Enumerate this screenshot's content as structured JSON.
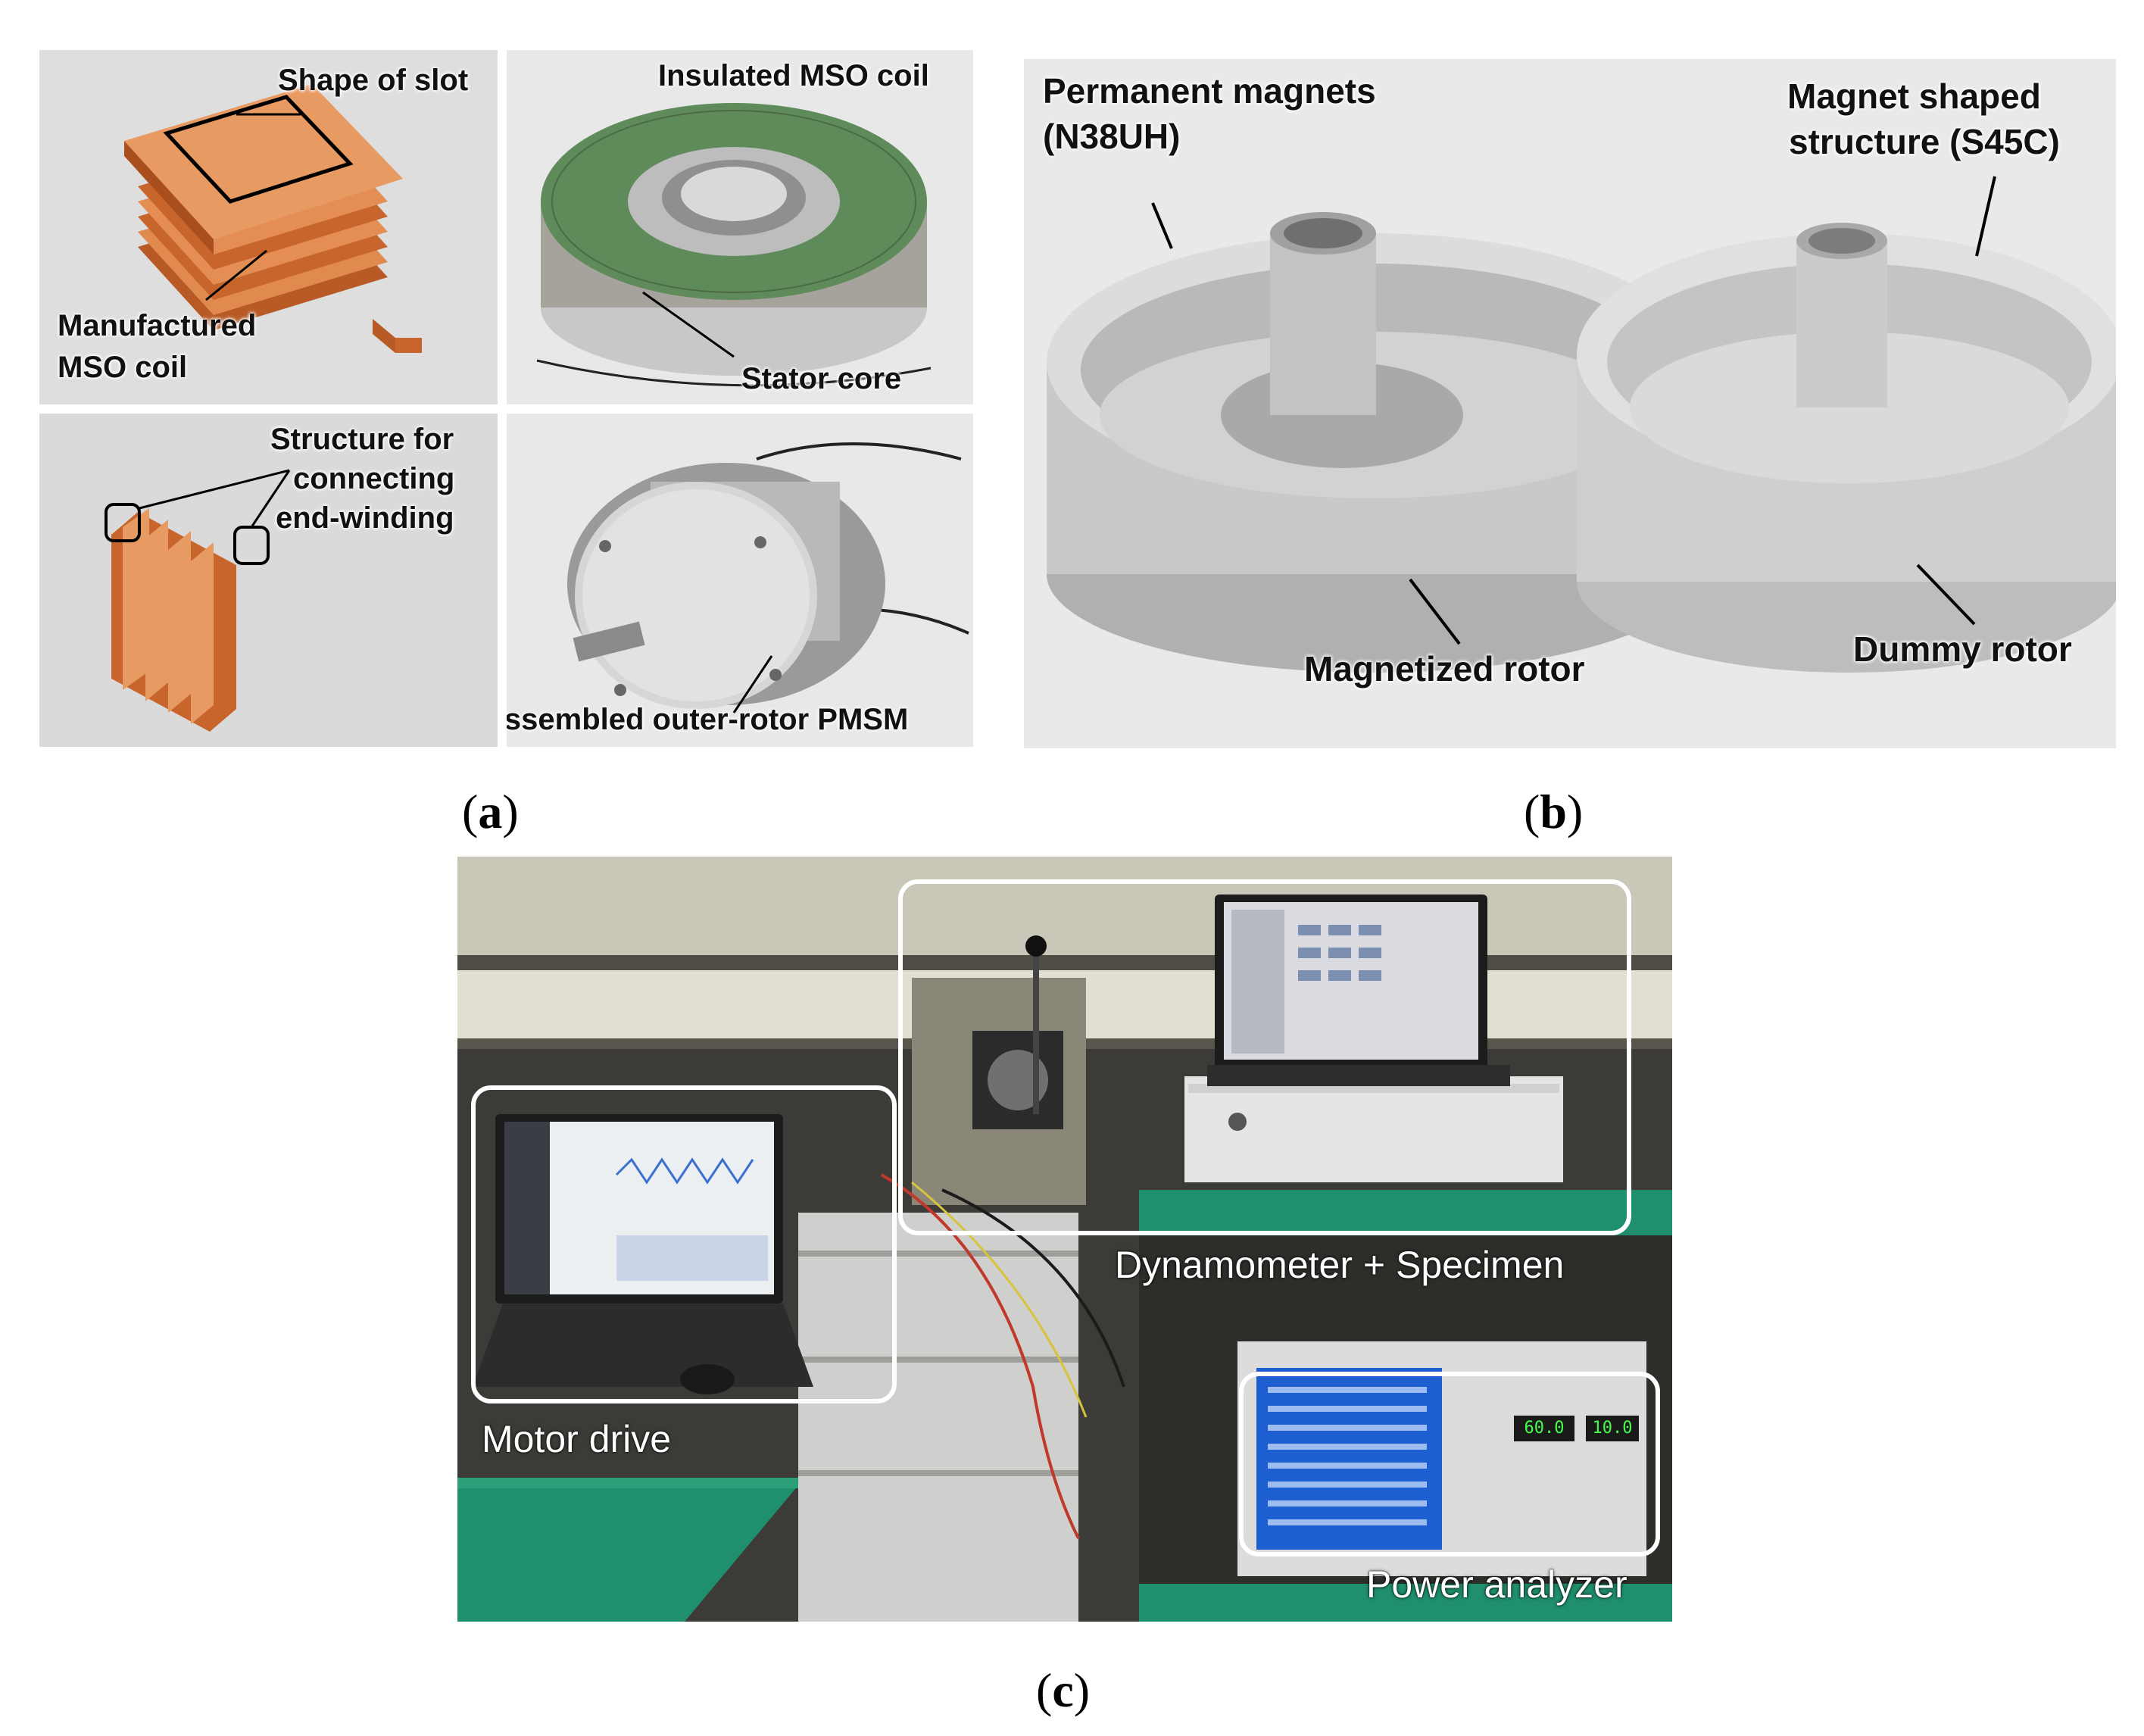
{
  "panel_a": {
    "caption_letter": "a",
    "labels": {
      "shape_of_slot": "Shape of slot",
      "manufactured_line1": "Manufactured",
      "manufactured_line2": "MSO coil",
      "insulated_coil": "Insulated MSO coil",
      "stator_core": "Stator core",
      "structure_line1": "Structure for",
      "structure_line2": "connecting",
      "structure_line3": "end-winding",
      "assembled": "Assembled outer-rotor PMSM"
    }
  },
  "panel_b": {
    "caption_letter": "b",
    "labels": {
      "permanent_line1": "Permanent magnets",
      "permanent_line2": "(N38UH)",
      "magnet_shaped_line1": "Magnet shaped",
      "magnet_shaped_line2": "structure (S45C)",
      "magnetized_rotor": "Magnetized rotor",
      "dummy_rotor": "Dummy rotor"
    }
  },
  "panel_c": {
    "caption_letter": "c",
    "labels": {
      "dynamometer": "Dynamometer + Specimen",
      "motor_drive": "Motor drive",
      "power_analyzer": "Power analyzer"
    },
    "readouts": {
      "left": "60.0",
      "right": "10.0"
    }
  },
  "colors": {
    "copper": "#d9773a",
    "aluminum": "#cfd1d3",
    "bench_green": "#1f8f6d",
    "analyzer_blue": "#1d5fd0"
  }
}
